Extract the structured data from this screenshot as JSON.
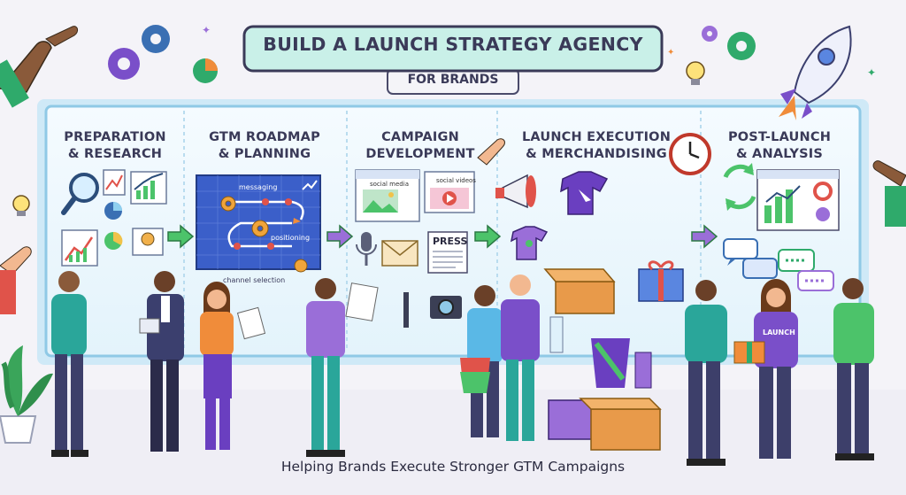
{
  "title": {
    "line1": "BUILD A LAUNCH STRATEGY AGENCY",
    "line2": "FOR BRANDS"
  },
  "stages": [
    {
      "label": "PREPARATION\n& RESEARCH"
    },
    {
      "label": "GTM ROADMAP\n& PLANNING"
    },
    {
      "label": "CAMPAIGN\nDEVELOPMENT"
    },
    {
      "label": "LAUNCH EXECUTION\n& MERCHANDISING"
    },
    {
      "label": "POST-LAUNCH\n& ANALYSIS"
    }
  ],
  "roadmap": {
    "messaging": "messaging",
    "positioning": "positioning",
    "channel": "channel selection"
  },
  "campaign": {
    "social_media": "social media",
    "social_videos": "social videos",
    "press": "PRESS"
  },
  "hoodie_text": "LAUNCH",
  "caption": "Helping Brands Execute Stronger GTM Campaigns",
  "colors": {
    "title_bg": "#c9f0e8",
    "board": "#e9f6fd",
    "arrow": "#4cc36a",
    "purple": "#7a4fc9",
    "green": "#2faa6b",
    "orange": "#f08c3a"
  }
}
